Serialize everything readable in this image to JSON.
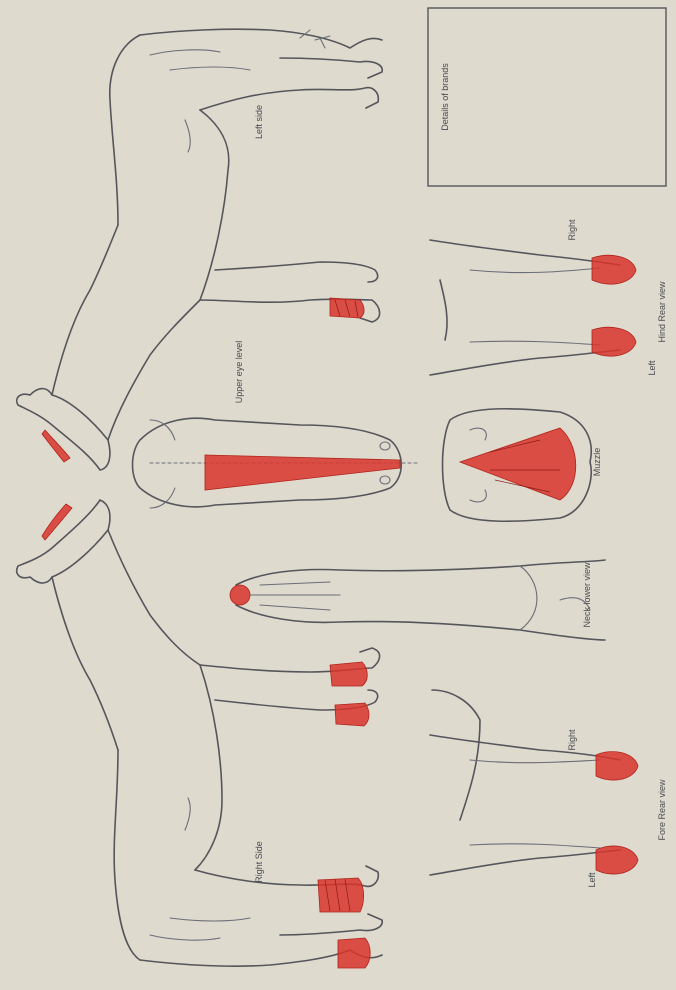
{
  "labels": {
    "left_side": "Left side",
    "right_side": "Right Side",
    "upper_eye_level": "Upper eye level",
    "muzzle": "Muzzle",
    "neck_lower_view": "Neck lower view",
    "hind_rear_view": "Hind Rear view",
    "hind_left": "Left",
    "hind_right": "Right",
    "fore_rear_view": "Fore Rear view",
    "fore_left": "Left",
    "fore_right": "Right",
    "details_of_brands": "Details of brands"
  },
  "colors": {
    "paper": "#dedace",
    "ink": "#55565c",
    "marking": "#d9342b"
  }
}
